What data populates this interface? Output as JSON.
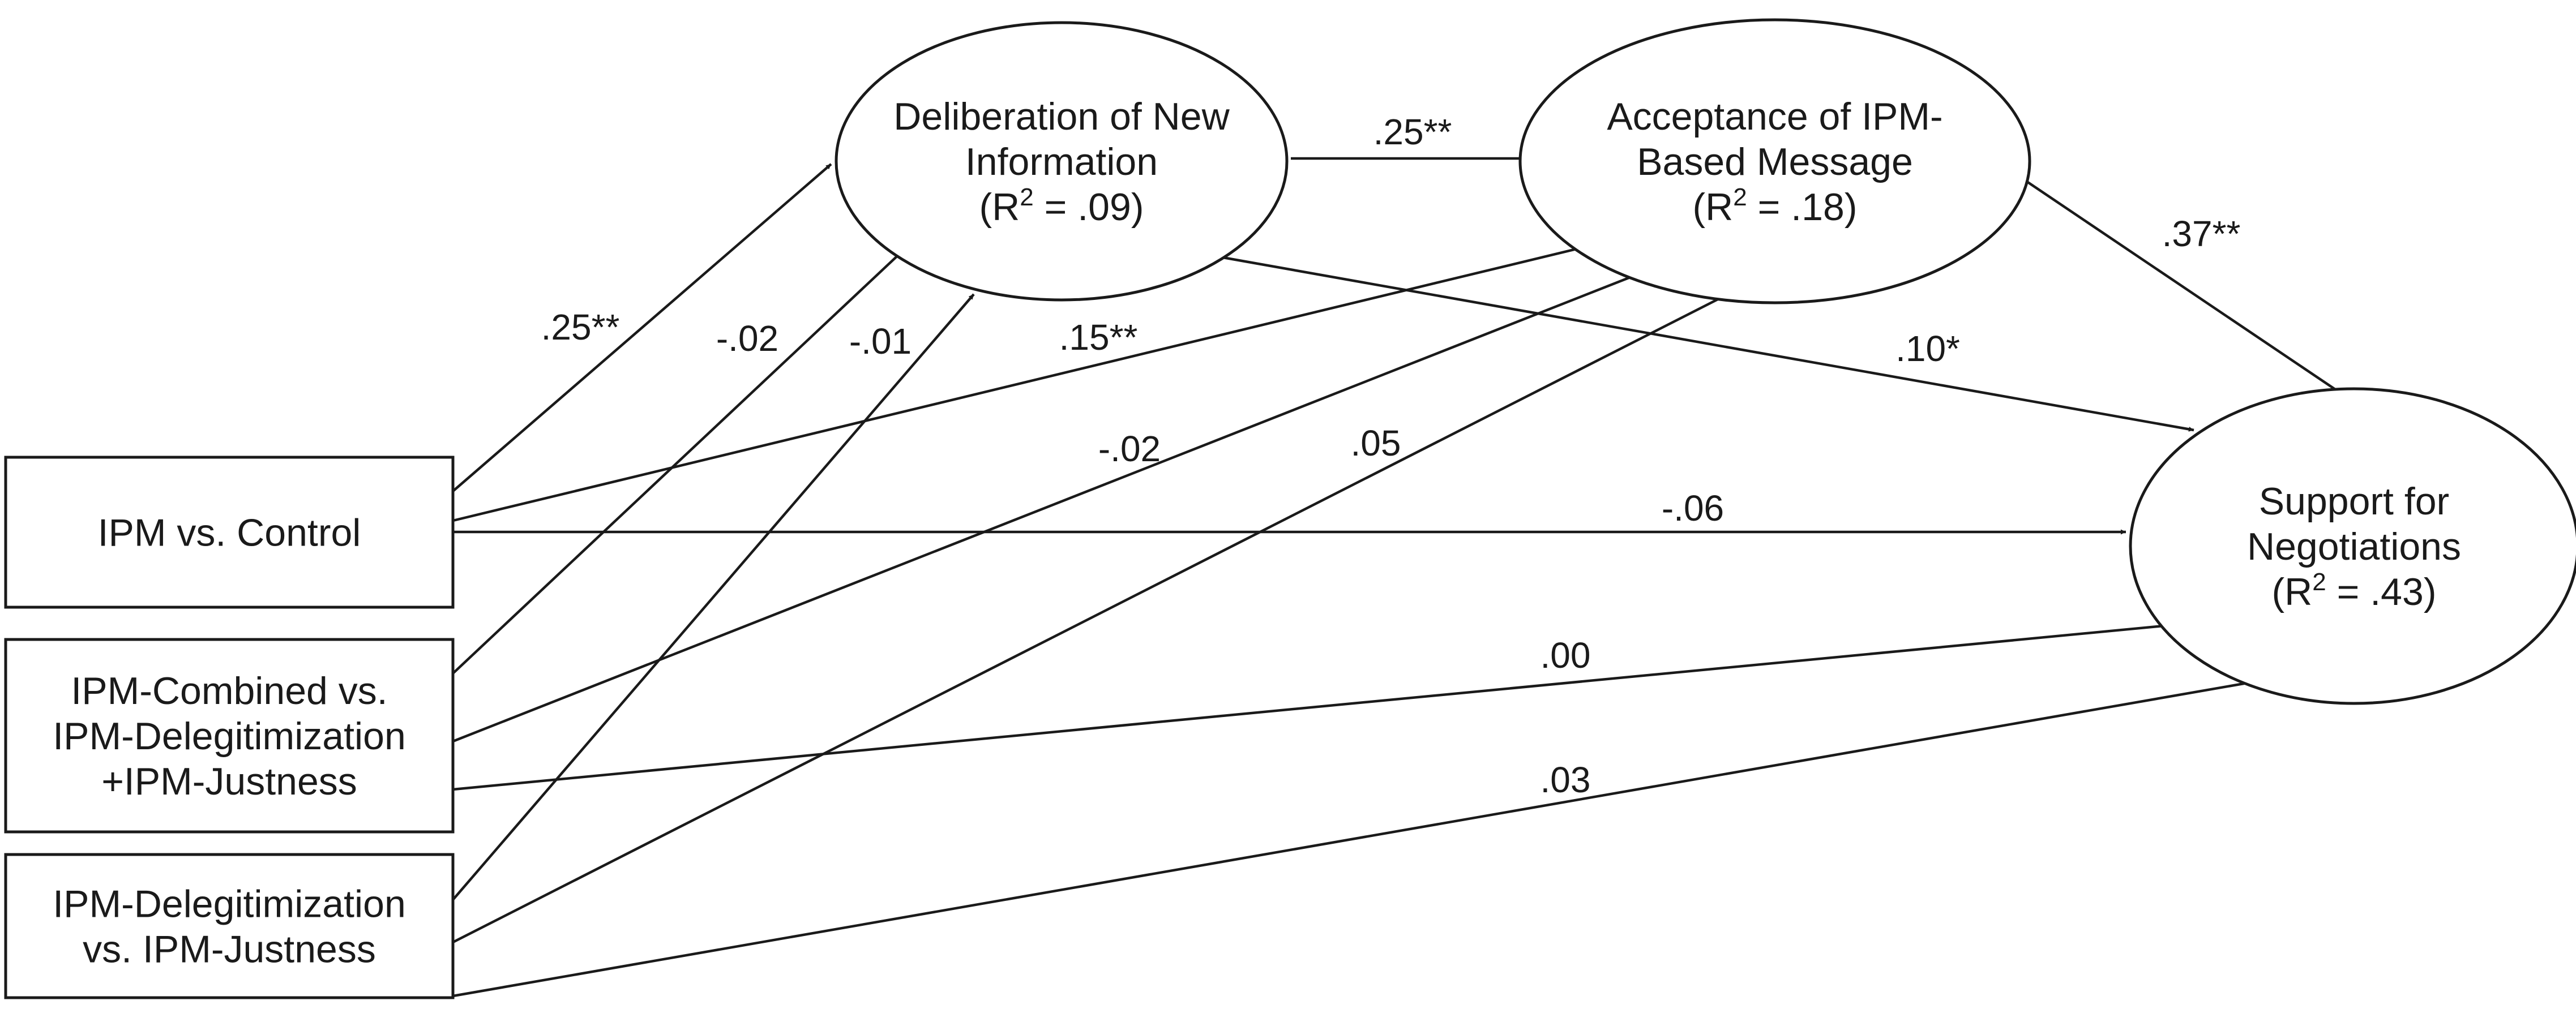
{
  "nodes": {
    "ipm_control": {
      "lines": [
        "IPM vs. Control"
      ]
    },
    "ipm_combined": {
      "lines": [
        "IPM-Combined vs.",
        "IPM-Delegitimization",
        "+IPM-Justness"
      ]
    },
    "ipm_deleg": {
      "lines": [
        "IPM-Delegitimization",
        "vs. IPM-Justness"
      ]
    },
    "deliberation": {
      "lines": [
        "Deliberation of New",
        "Information"
      ],
      "r2": ".09"
    },
    "acceptance": {
      "lines": [
        "Acceptance of IPM-",
        "Based Message"
      ],
      "r2": ".18"
    },
    "support": {
      "lines": [
        "Support for",
        "Negotiations"
      ],
      "r2": ".43"
    }
  },
  "r2_prefix": "(R",
  "r2_sup": "2",
  "r2_eq": " = ",
  "r2_suffix": ")",
  "paths": [
    {
      "from": "ipm_control",
      "to": "deliberation",
      "coef": ".25**"
    },
    {
      "from": "ipm_combined",
      "to": "deliberation",
      "coef": "-.02"
    },
    {
      "from": "ipm_deleg",
      "to": "deliberation",
      "coef": "-.01"
    },
    {
      "from": "ipm_control",
      "to": "acceptance",
      "coef": ".15**"
    },
    {
      "from": "ipm_combined",
      "to": "acceptance",
      "coef": "-.02"
    },
    {
      "from": "ipm_deleg",
      "to": "acceptance",
      "coef": ".05"
    },
    {
      "from": "deliberation",
      "to": "acceptance",
      "coef": ".25**"
    },
    {
      "from": "acceptance",
      "to": "support",
      "coef": ".37**"
    },
    {
      "from": "deliberation",
      "to": "support",
      "coef": ".10*"
    },
    {
      "from": "ipm_control",
      "to": "support",
      "coef": "-.06"
    },
    {
      "from": "ipm_combined",
      "to": "support",
      "coef": ".00"
    },
    {
      "from": "ipm_deleg",
      "to": "support",
      "coef": ".03"
    }
  ]
}
